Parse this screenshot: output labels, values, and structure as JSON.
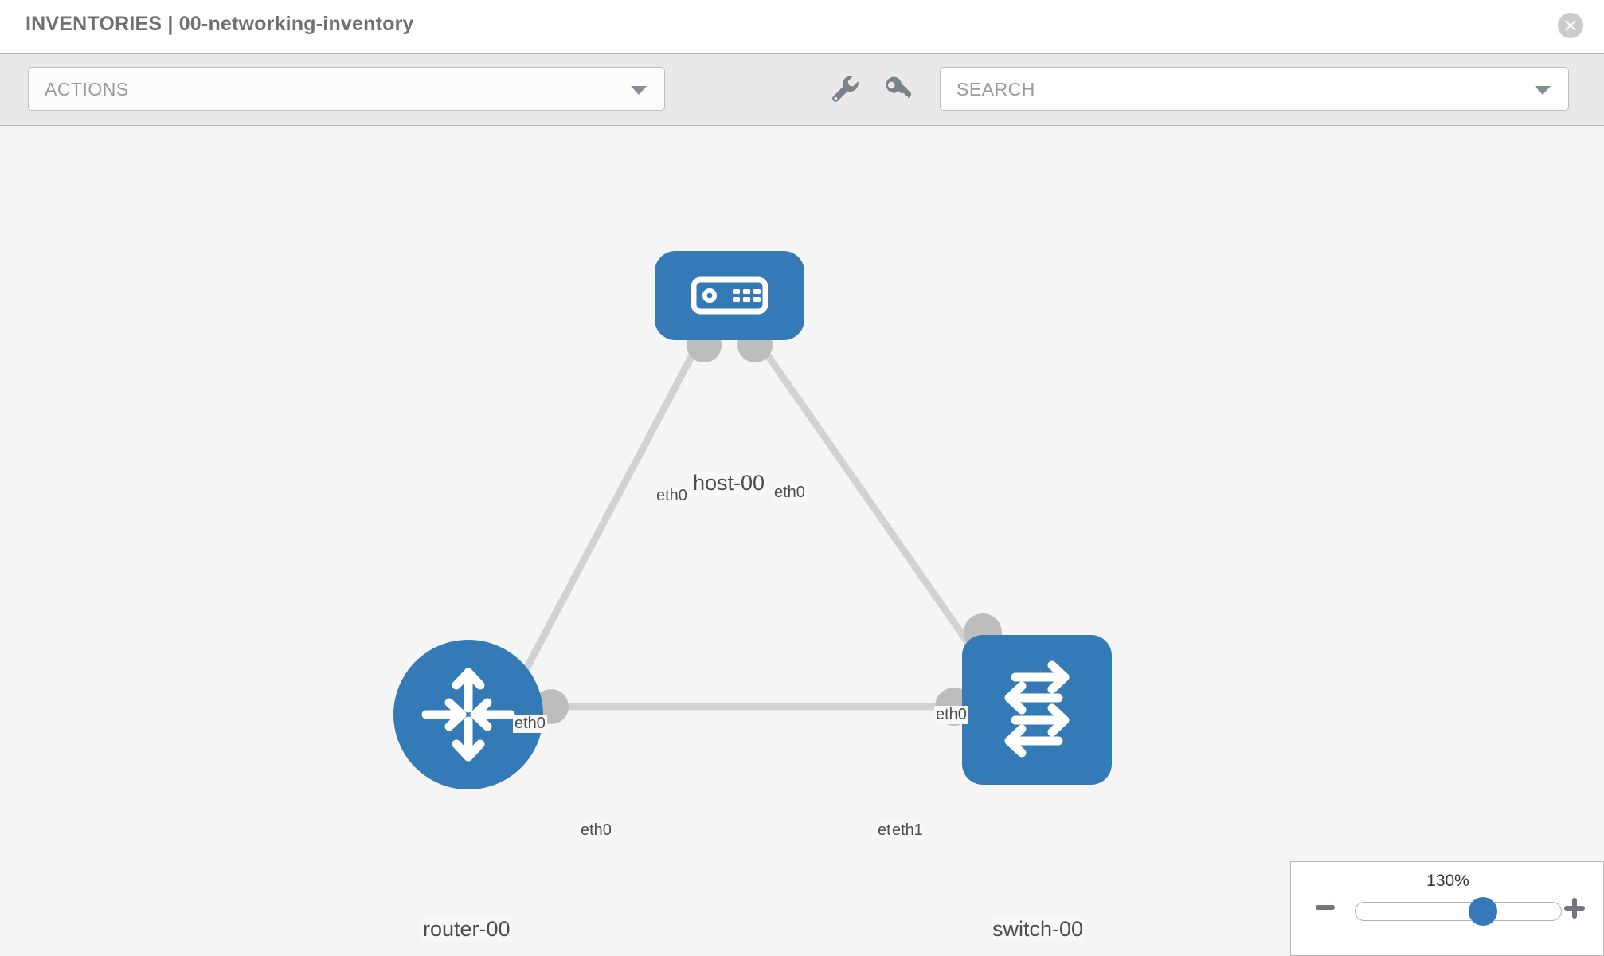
{
  "header": {
    "title": "INVENTORIES | 00-networking-inventory",
    "close_icon": "close-circle-icon"
  },
  "toolbar": {
    "actions_label": "ACTIONS",
    "actions_caret_icon": "chevron-down-icon",
    "wrench_icon": "wrench-icon",
    "key_icon": "key-icon",
    "search_placeholder": "SEARCH",
    "search_value": "",
    "search_caret_icon": "chevron-down-icon"
  },
  "topology": {
    "nodes": [
      {
        "id": "host-00",
        "label": "host-00",
        "type": "host",
        "icon": "server-icon",
        "color": "#337ab7"
      },
      {
        "id": "router-00",
        "label": "router-00",
        "type": "router",
        "icon": "router-arrows-icon",
        "color": "#337ab7"
      },
      {
        "id": "switch-00",
        "label": "switch-00",
        "type": "switch",
        "icon": "switch-arrows-icon",
        "color": "#337ab7"
      }
    ],
    "edges": [
      {
        "from": "host-00",
        "to": "router-00",
        "from_port": "eth0",
        "to_port": "eth0"
      },
      {
        "from": "host-00",
        "to": "switch-00",
        "from_port": "eth0",
        "to_port": "eth0"
      },
      {
        "from": "router-00",
        "to": "switch-00",
        "from_port": "eth0",
        "to_port": "eth1"
      }
    ],
    "port_labels": {
      "host_left": "eth0",
      "host_right": "eth0",
      "router_up": "eth0",
      "switch_up": "eth0",
      "router_right": "eth0",
      "switch_left_a": "eth0",
      "switch_left_b": "eth1"
    }
  },
  "zoom": {
    "value_label": "130%",
    "minus_icon": "minus-icon",
    "plus_icon": "plus-icon",
    "slider_percent": 62
  }
}
